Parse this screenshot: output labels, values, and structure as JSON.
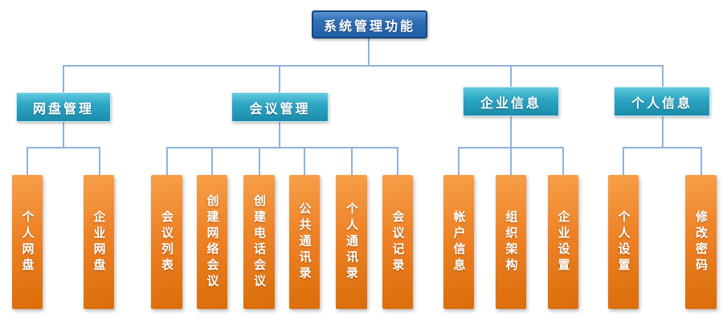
{
  "tree": {
    "root": "系统管理功能",
    "branches": [
      {
        "label": "网盘管理",
        "children": [
          "个人网盘",
          "企业网盘"
        ]
      },
      {
        "label": "会议管理",
        "children": [
          "会议列表",
          "创建网络会议",
          "创建电话会议",
          "公共通讯录",
          "个人通讯录",
          "会议记录"
        ]
      },
      {
        "label": "企业信息",
        "children": [
          "帐户信息",
          "组织架构",
          "企业设置"
        ]
      },
      {
        "label": "个人信息",
        "children": [
          "个人设置",
          "修改密码"
        ]
      }
    ]
  },
  "colors": {
    "root_fill": "#2f6fb7",
    "root_border": "#17477e",
    "branch_fill": "#2da6c5",
    "leaf_fill_light": "#f7a04a",
    "leaf_fill_dark": "#db6d09",
    "connector": "#8fb2d9",
    "text": "#ffffff",
    "background": "#ffffff"
  }
}
